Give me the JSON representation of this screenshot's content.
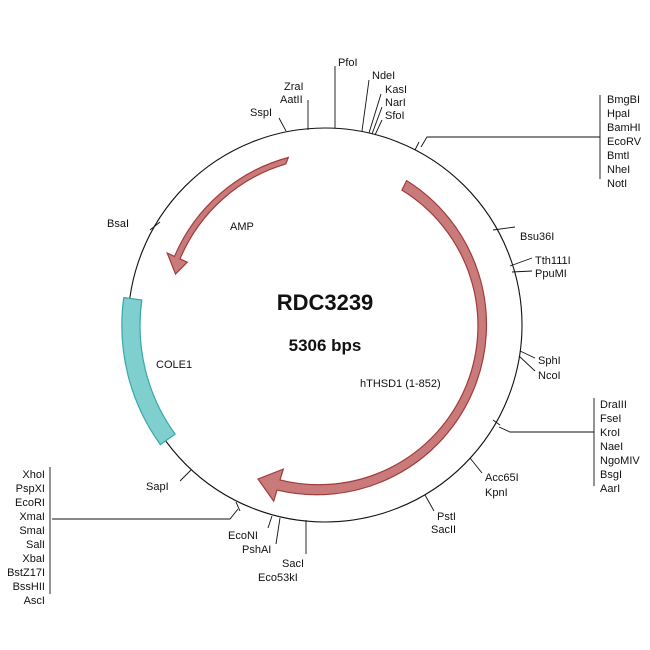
{
  "plasmid": {
    "name": "RDC3239",
    "size_label": "5306 bps",
    "colors": {
      "backbone": "#111111",
      "gene_arrow": "#c97b7b",
      "gene_arrow_stroke": "#a23b3b",
      "ori_fill": "#7fcfcf",
      "ori_stroke": "#3aa7a7"
    }
  },
  "features": [
    {
      "id": "amp",
      "label": "AMP",
      "kind": "arrow"
    },
    {
      "id": "hthsd1",
      "label": "hTHSD1 (1-852)",
      "kind": "arrow"
    },
    {
      "id": "cole1",
      "label": "COLE1",
      "kind": "box"
    }
  ],
  "sites": {
    "pfoi": "PfoI",
    "zrai": "ZraI",
    "aatii": "AatII",
    "sspi": "SspI",
    "ndei": "NdeI",
    "kasi": "KasI",
    "nari": "NarI",
    "sfoi": "SfoI",
    "bsai": "BsaI",
    "bsu36i": "Bsu36I",
    "tth111i": "Tth111I",
    "ppumi": "PpuMI",
    "sphi": "SphI",
    "ncoi": "NcoI",
    "acc65i": "Acc65I",
    "kpni": "KpnI",
    "psti": "PstI",
    "sacii": "SacII",
    "saci": "SacI",
    "eco53ki": "Eco53kI",
    "econi": "EcoNI",
    "pshai": "PshAI",
    "sapi": "SapI"
  },
  "cluster_top_right": [
    "BmgBI",
    "HpaI",
    "BamHI",
    "EcoRV",
    "BmtI",
    "NheI",
    "NotI"
  ],
  "cluster_right": [
    "DraIII",
    "FseI",
    "KroI",
    "NaeI",
    "NgoMIV",
    "BsgI",
    "AarI"
  ],
  "cluster_bottom_left": [
    "XhoI",
    "PspXI",
    "EcoRI",
    "XmaI",
    "SmaI",
    "SalI",
    "XbaI",
    "BstZ17I",
    "BssHII",
    "AscI"
  ]
}
